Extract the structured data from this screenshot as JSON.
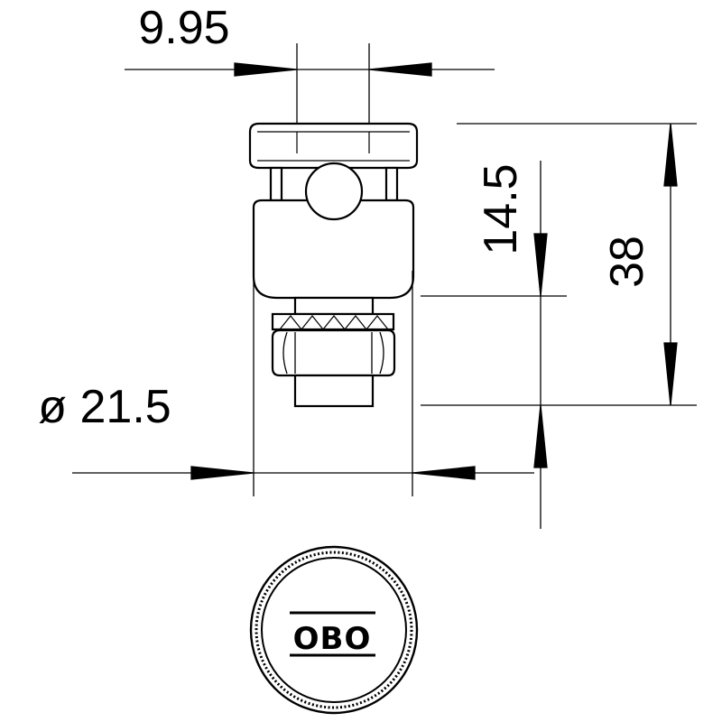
{
  "dimensions": {
    "slot_width": "9.95",
    "clamp_height": "14.5",
    "total_height": "38",
    "diameter": "ø 21.5"
  },
  "logo": {
    "brand": "OBO"
  }
}
